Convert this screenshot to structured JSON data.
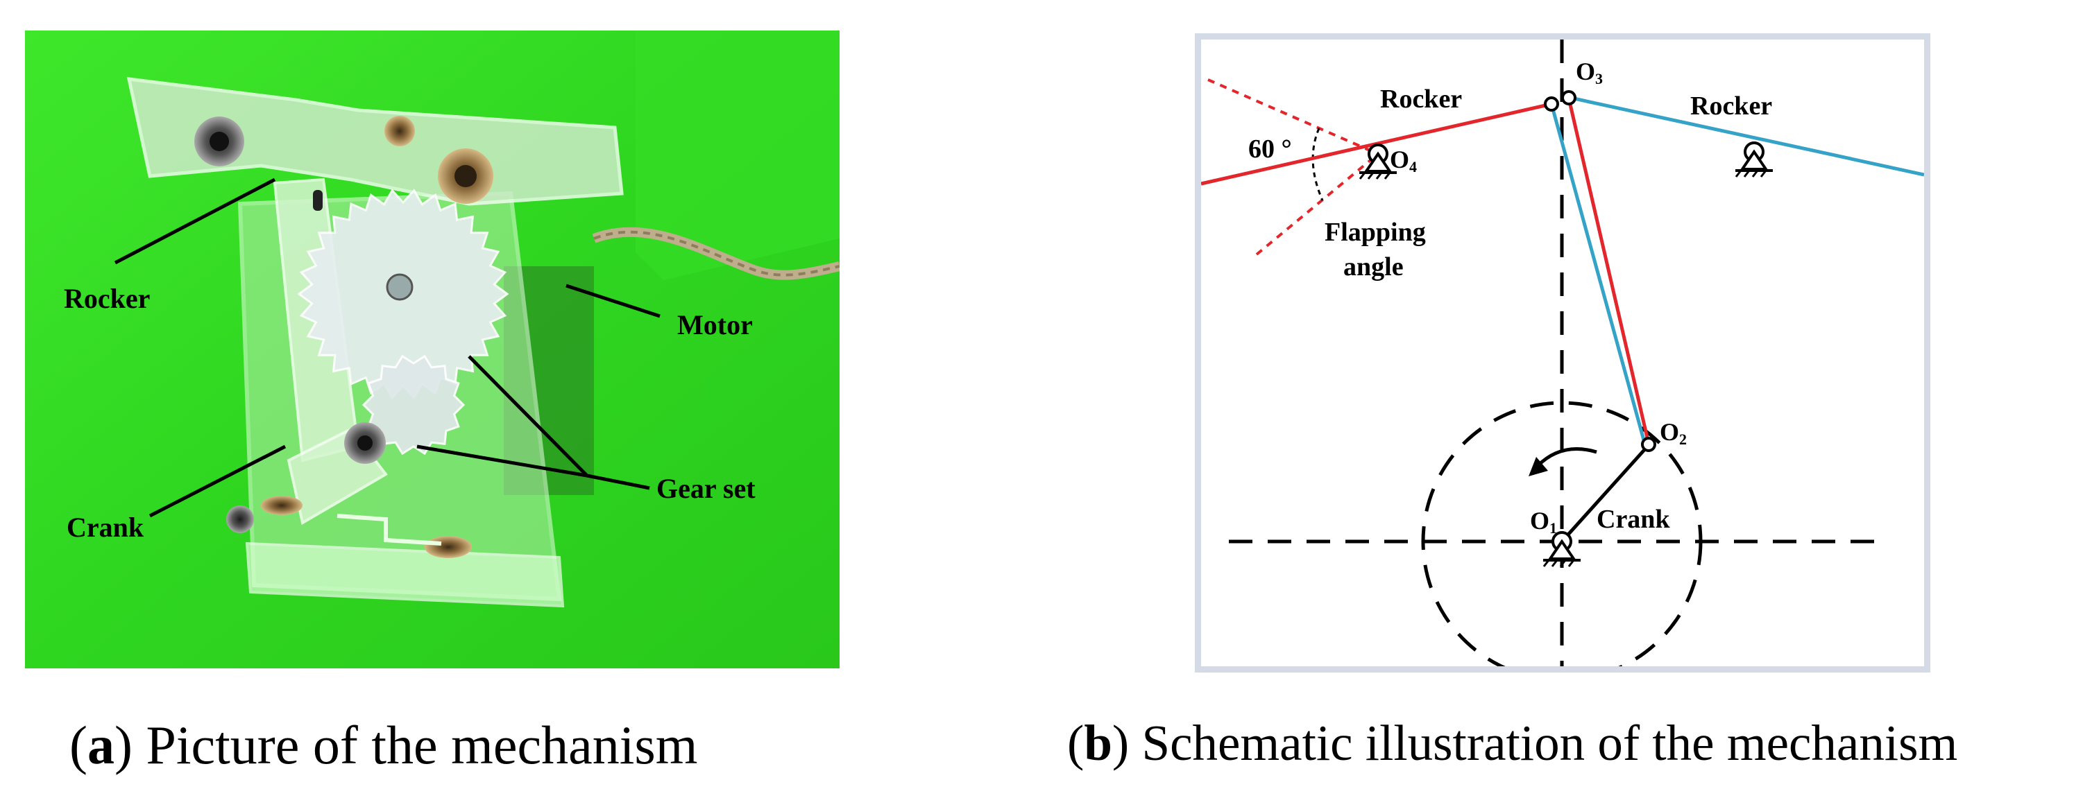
{
  "panel_a": {
    "labels": {
      "rocker": "Rocker",
      "motor": "Motor",
      "gear_set": "Gear set",
      "crank": "Crank"
    },
    "caption": {
      "letter": "a",
      "text": " Picture of the mechanism"
    }
  },
  "panel_b": {
    "labels": {
      "rocker_left": "Rocker",
      "rocker_right": "Rocker",
      "angle": "60 °",
      "flapping_line1": "Flapping",
      "flapping_line2": "angle",
      "crank": "Crank",
      "o1": "O",
      "o2": "O",
      "o3": "O",
      "o4": "O",
      "o1_sub": "1",
      "o2_sub": "2",
      "o3_sub": "3",
      "o4_sub": "4"
    },
    "colors": {
      "red_link": "#e2262b",
      "blue_link": "#35a3c8"
    },
    "caption": {
      "letter": "b",
      "text": " Schematic illustration of the mechanism"
    }
  }
}
